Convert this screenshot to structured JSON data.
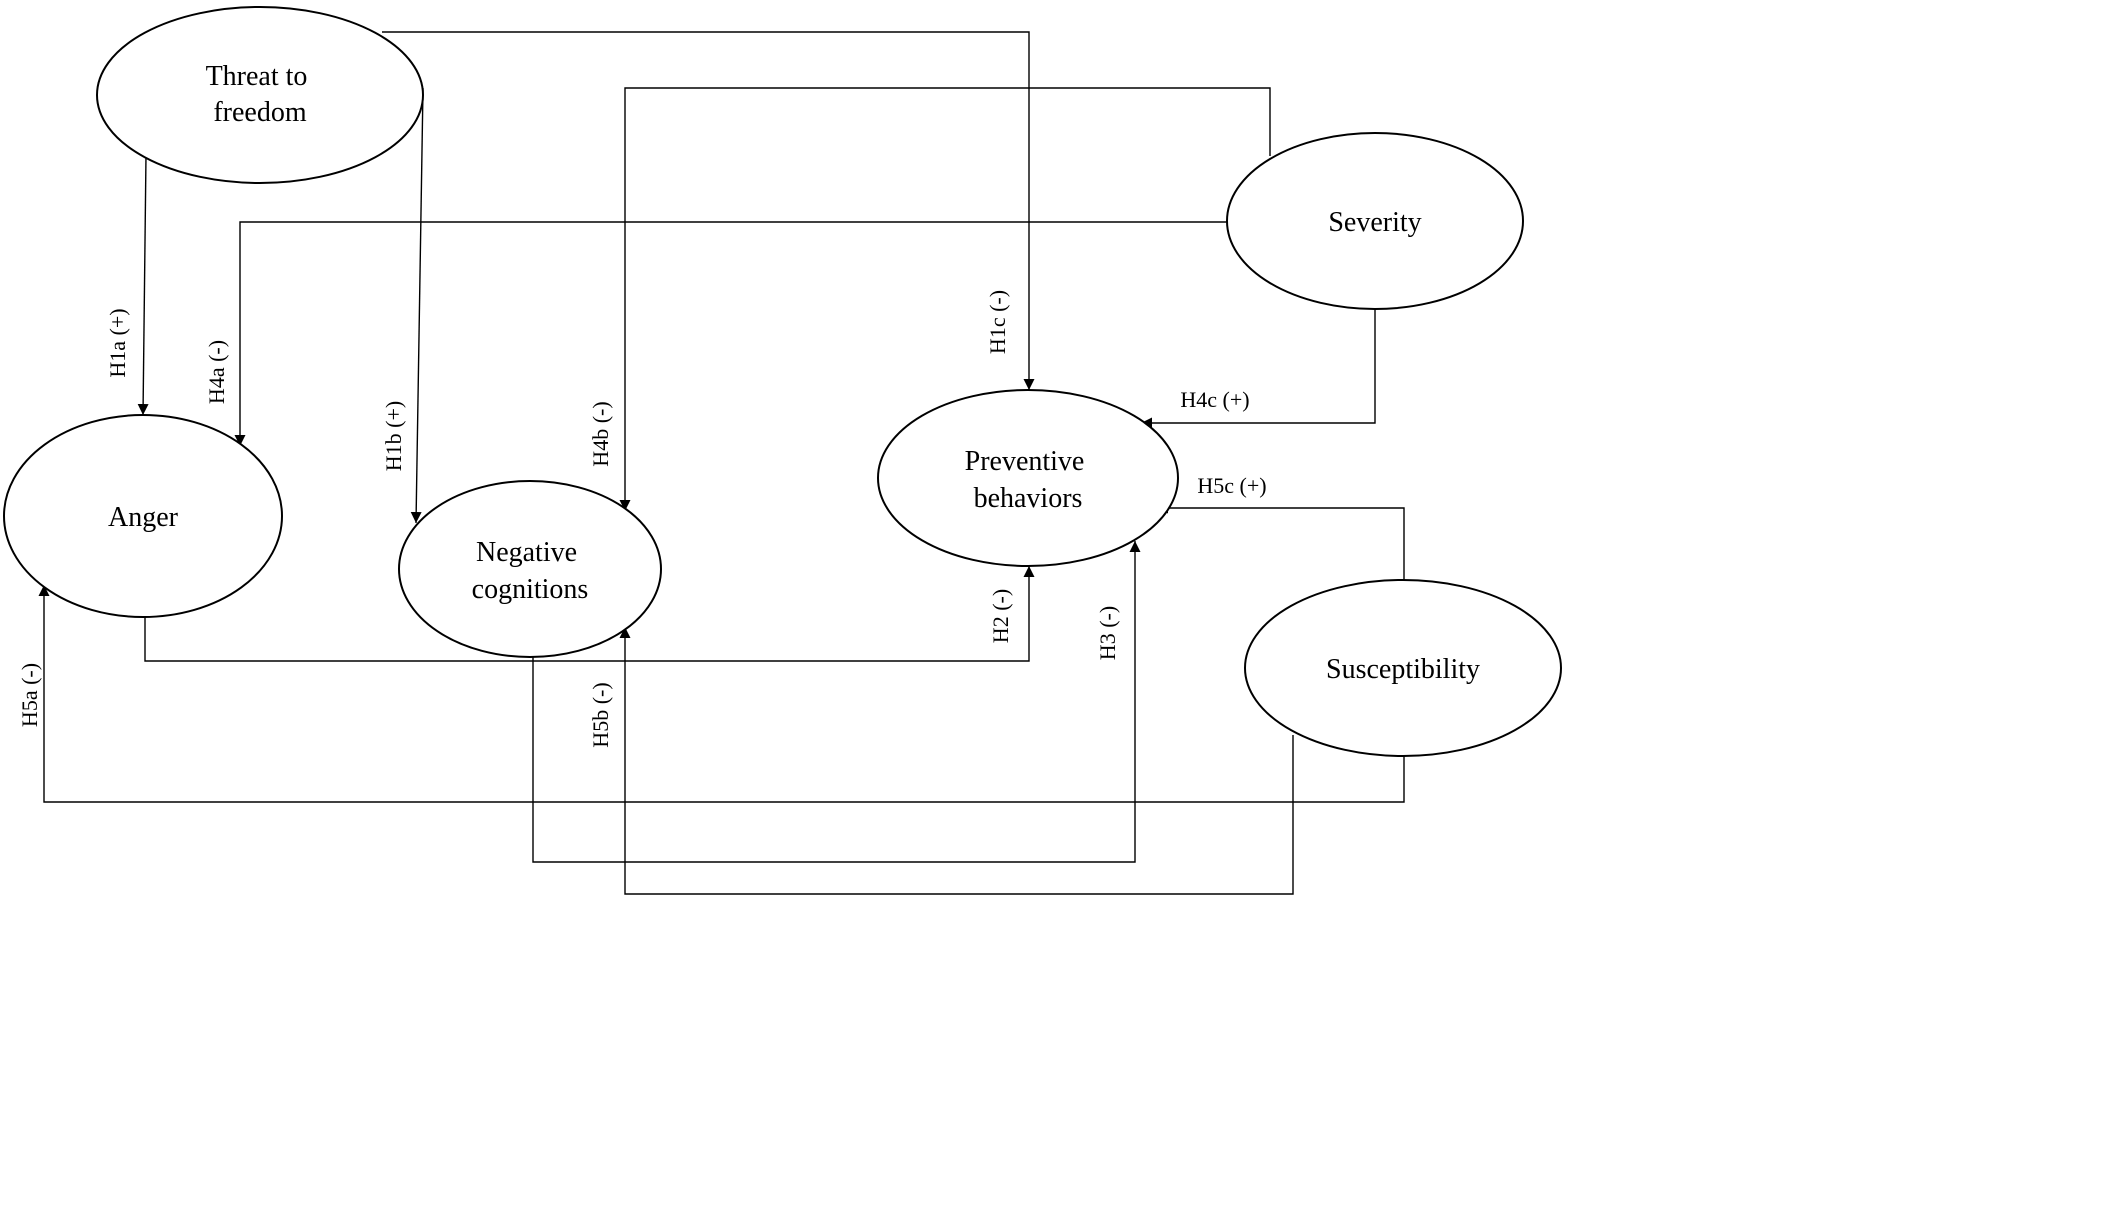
{
  "nodes": [
    {
      "id": "threat",
      "lines": [
        "Threat to",
        "freedom"
      ]
    },
    {
      "id": "severity",
      "lines": [
        "Severity"
      ]
    },
    {
      "id": "anger",
      "lines": [
        "Anger"
      ]
    },
    {
      "id": "negative",
      "lines": [
        "Negative",
        "cognitions"
      ]
    },
    {
      "id": "preventive",
      "lines": [
        "Preventive",
        "behaviors"
      ]
    },
    {
      "id": "susceptibility",
      "lines": [
        "Susceptibility"
      ]
    }
  ],
  "edges": [
    {
      "id": "h1a",
      "label": "H1a (+)",
      "from": "threat",
      "to": "anger"
    },
    {
      "id": "h1b",
      "label": "H1b (+)",
      "from": "threat",
      "to": "negative"
    },
    {
      "id": "h1c",
      "label": "H1c (-)",
      "from": "threat",
      "to": "preventive"
    },
    {
      "id": "h4a",
      "label": "H4a (-)",
      "from": "severity",
      "to": "anger"
    },
    {
      "id": "h4b",
      "label": "H4b (-)",
      "from": "severity",
      "to": "negative"
    },
    {
      "id": "h4c",
      "label": "H4c (+)",
      "from": "severity",
      "to": "preventive"
    },
    {
      "id": "h2",
      "label": "H2 (-)",
      "from": "anger",
      "to": "preventive"
    },
    {
      "id": "h3",
      "label": "H3 (-)",
      "from": "negative",
      "to": "preventive"
    },
    {
      "id": "h5a",
      "label": "H5a (-)",
      "from": "susceptibility",
      "to": "anger"
    },
    {
      "id": "h5b",
      "label": "H5b (-)",
      "from": "susceptibility",
      "to": "negative"
    },
    {
      "id": "h5c",
      "label": "H5c (+)",
      "from": "susceptibility",
      "to": "preventive"
    }
  ]
}
